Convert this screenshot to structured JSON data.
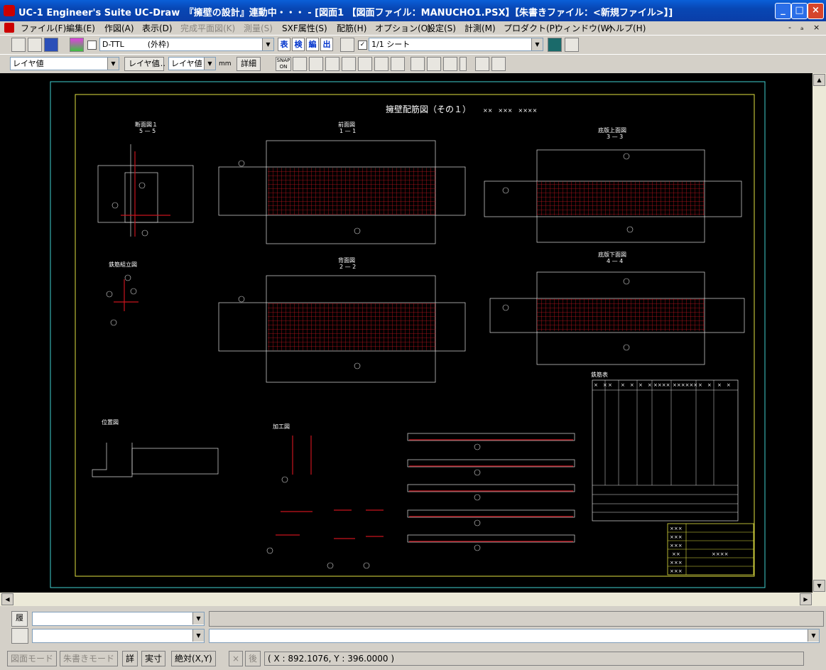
{
  "window": {
    "title": "UC-1 Engineer's Suite UC-Draw　『擁壁の設計』連動中・・・ - [図面1 【図面ファイル：MANUCHO1.PSX】【朱書きファイル：<新規ファイル>】]",
    "minimize": "_",
    "maximize": "□",
    "close": "×"
  },
  "menu": {
    "items": [
      {
        "label": "ファイル(F)",
        "enabled": true
      },
      {
        "label": "編集(E)",
        "enabled": true
      },
      {
        "label": "作図(A)",
        "enabled": true
      },
      {
        "label": "表示(D)",
        "enabled": true
      },
      {
        "label": "完成平面図(K)",
        "enabled": false
      },
      {
        "label": "測量(S)",
        "enabled": false
      },
      {
        "label": "SXF属性(S)",
        "enabled": true
      },
      {
        "label": "配筋(H)",
        "enabled": true
      },
      {
        "label": "オプション(O)",
        "enabled": true
      },
      {
        "label": "設定(S)",
        "enabled": true
      },
      {
        "label": "計測(M)",
        "enabled": true
      },
      {
        "label": "プロダクト(P)",
        "enabled": true
      },
      {
        "label": "ウィンドウ(W)",
        "enabled": true
      },
      {
        "label": "ヘルプ(H)",
        "enabled": true
      }
    ],
    "mdi_min": "-",
    "mdi_restore": "ₐ",
    "mdi_close": "×"
  },
  "toolbar1": {
    "layer_combo": "D-TTL　　　(外枠)",
    "btn_hyo": "表",
    "btn_ken": "検",
    "btn_hen": "編",
    "btn_shutsu": "出",
    "sheet_combo": "1/1 シート"
  },
  "toolbar2": {
    "layer_value_combo": "レイヤ値",
    "layer_value_label": "レイヤ値",
    "ellipsis": "…",
    "layer_value_combo2": "レイヤ値",
    "unit": "mm",
    "detail_button": "詳細",
    "snap_on": "SNAP ON"
  },
  "drawing": {
    "main_title": "擁壁配筋図（その１）",
    "main_title_extra": "××　×××　××××",
    "views": {
      "section_5_5_label": "断面図１",
      "section_5_5_mark": "5 — 5",
      "front_1_1_label": "前面図",
      "front_1_1_mark": "1 — 1",
      "base_top_label": "底版上面図",
      "base_top_mark": "3 — 3",
      "back_2_2_label": "背面図",
      "back_2_2_mark": "2 — 2",
      "base_bottom_label": "底版下面図",
      "base_bottom_mark": "4 — 4",
      "rebar_assembly_label": "鉄筋組立図",
      "position_label": "位置図",
      "fabrication_label": "加工図",
      "rebar_table_label": "鉄筋表"
    },
    "table_headers": [
      "×　×",
      "×",
      "×　×",
      "×　×",
      "××××",
      "××××××",
      "×　×",
      "×　×"
    ],
    "title_block": [
      "×××",
      "×××",
      "×××",
      "××",
      "××××",
      "×××",
      "×××"
    ]
  },
  "command": {
    "history_label": "履",
    "combo1": "",
    "combo2": ""
  },
  "status": {
    "mode_drawing": "図面モード",
    "mode_redline": "朱書きモード",
    "detail": "詳",
    "actual": "実寸",
    "absolute": "絶対(X,Y)",
    "close_x": "×",
    "after": "後",
    "coord": "( X : 892.1076, Y : 396.0000 )"
  }
}
